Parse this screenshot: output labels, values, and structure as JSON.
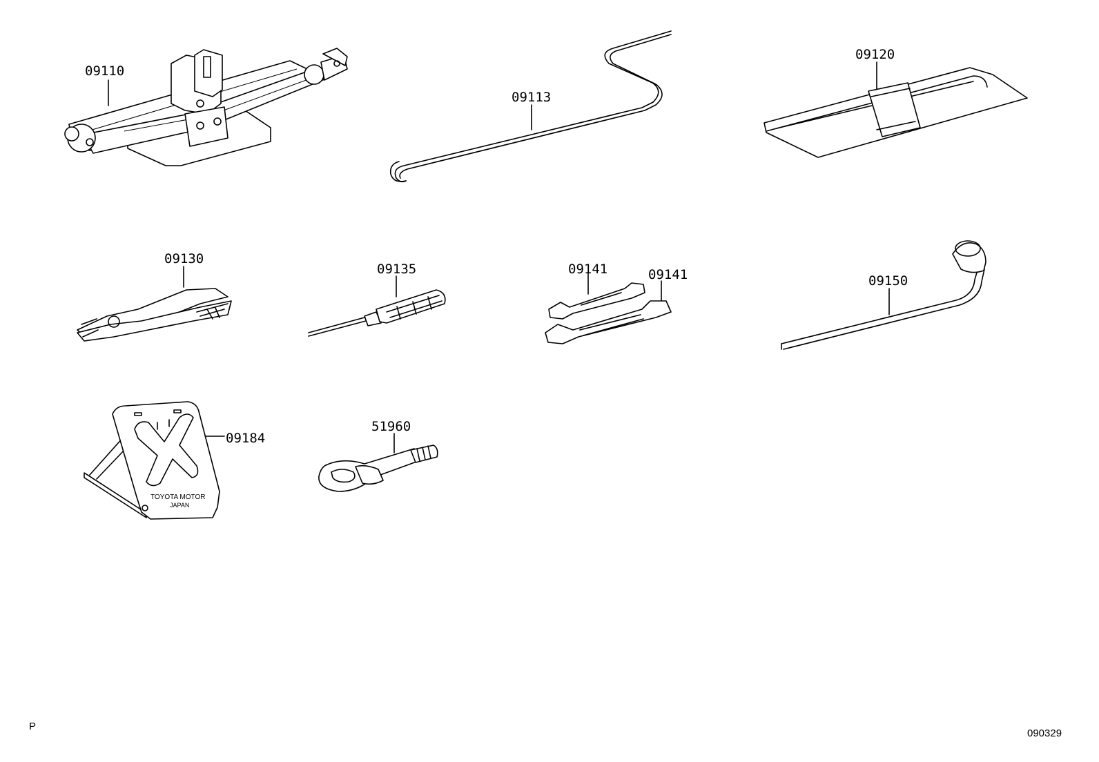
{
  "parts": [
    {
      "id": "jack",
      "number": "09110"
    },
    {
      "id": "jack-handle",
      "number": "09113"
    },
    {
      "id": "tool-bag",
      "number": "09120"
    },
    {
      "id": "pliers",
      "number": "09130"
    },
    {
      "id": "screwdriver",
      "number": "09135"
    },
    {
      "id": "wrench-upper",
      "number": "09141"
    },
    {
      "id": "wrench-lower",
      "number": "09141"
    },
    {
      "id": "lug-wrench",
      "number": "09150"
    },
    {
      "id": "wheel-chock",
      "number": "09184"
    },
    {
      "id": "towing-eye",
      "number": "51960"
    }
  ],
  "chock_text": {
    "line1": "TOYOTA MOTOR",
    "line2": "JAPAN"
  },
  "footer": {
    "left_mark": "P",
    "diagram_code": "090329"
  }
}
